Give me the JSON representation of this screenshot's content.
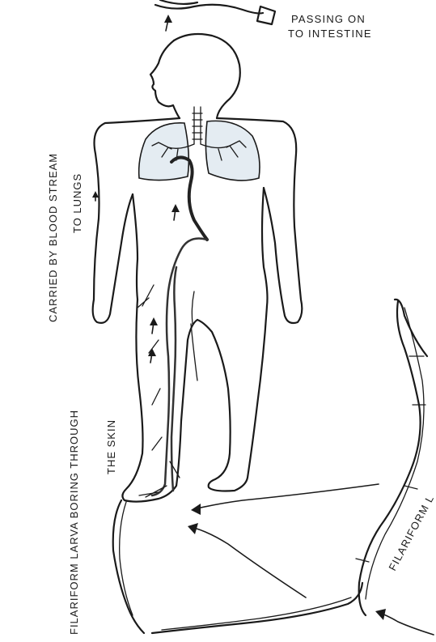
{
  "labels": {
    "passing_line1": "PASSING ON",
    "passing_line2": "TO INTESTINE",
    "carried_line1": "CARRIED BY BLOOD STREAM",
    "carried_line2": "TO LUNGS",
    "boring_line1": "FILARIFORM LARVA BORING THROUGH",
    "boring_line2": "THE SKIN",
    "filariform_partial": "FILARIFORM L"
  },
  "icons": {
    "body": "human-body-outline-icon",
    "lungs": "lungs-icon",
    "larva": "larva-worm-icon",
    "arrow": "arrow-icon"
  },
  "colors": {
    "ink": "#1a1a1a",
    "lung_fill": "#e4ecf2",
    "background": "#ffffff"
  }
}
